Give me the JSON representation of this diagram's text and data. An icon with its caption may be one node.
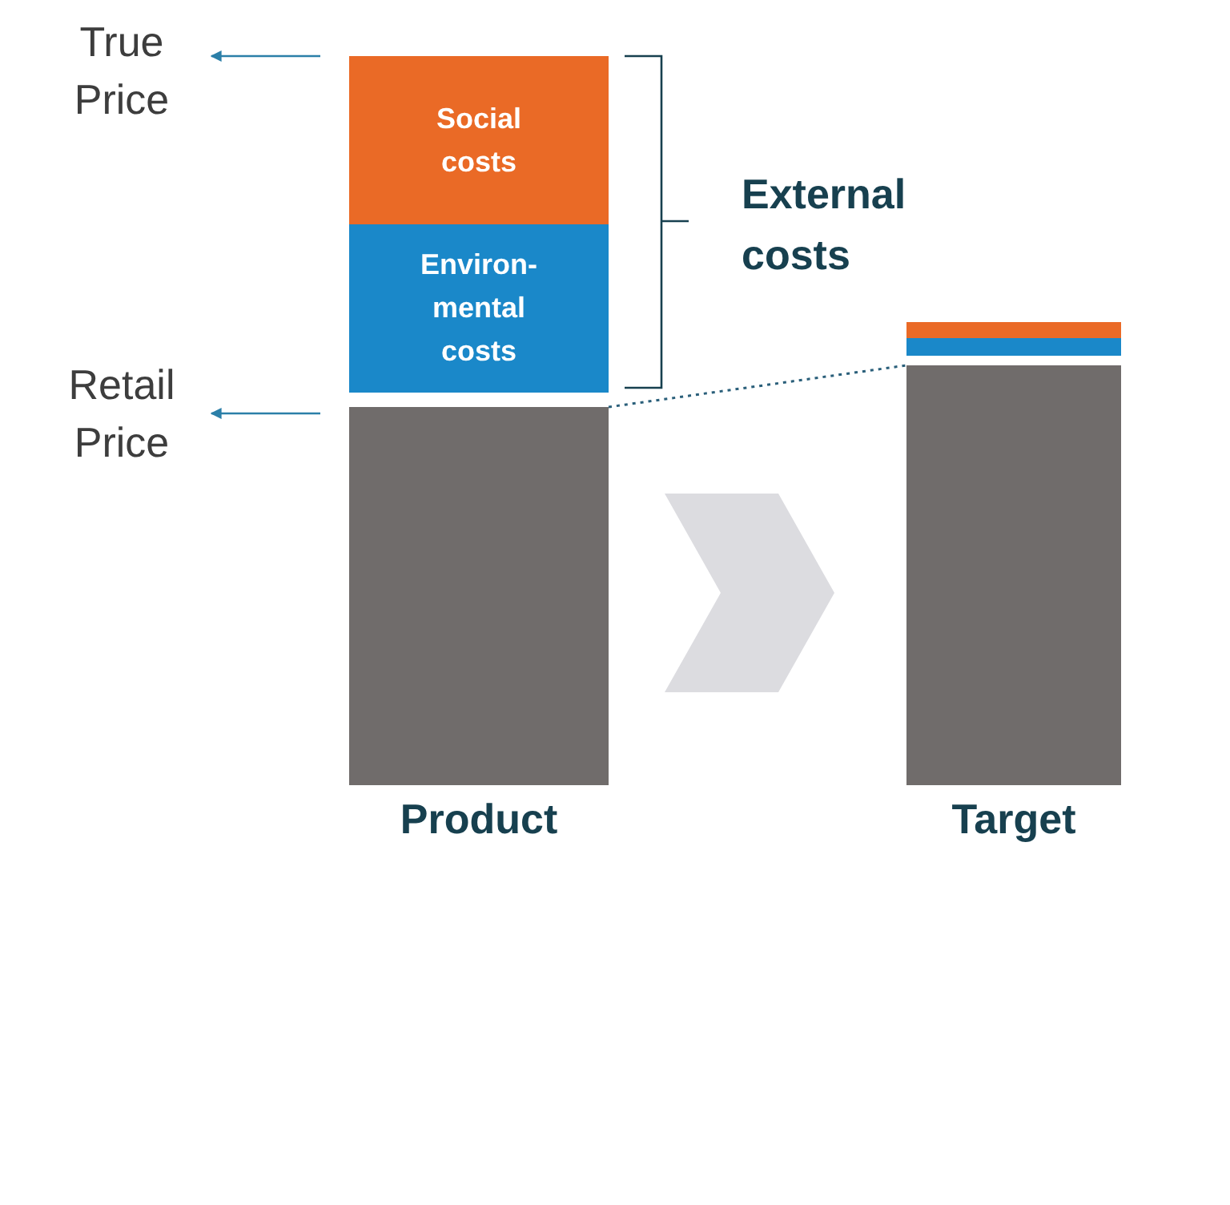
{
  "diagram": {
    "nodes": [
      {
        "text": [
          "True Price"
        ]
      },
      {
        "text": [
          "Retail Price"
        ]
      },
      {
        "text": [
          "Social costs"
        ]
      },
      {
        "text": [
          "Environ- mental costs"
        ]
      },
      {
        "text": [],
        "shape": "bar",
        "beside": [
          "Product"
        ]
      },
      {
        "text": [],
        "shape": "bar",
        "beside": [
          "Target"
        ]
      },
      {
        "text": [],
        "shape": "bar"
      },
      {
        "text": [],
        "shape": "bar"
      }
    ],
    "edges": [
      {
        "from": null,
        "to": 0,
        "arrow": "to"
      },
      {
        "from": null,
        "to": 1,
        "arrow": "to"
      },
      {
        "from": 4,
        "to": 5,
        "arrow": "to",
        "style": "thick",
        "color": "#dcdce0"
      },
      {
        "from": 4,
        "to": 5,
        "arrow": "none",
        "style": "dashed",
        "color": "#2a5f7a"
      }
    ],
    "labels": [
      "External costs"
    ]
  }
}
